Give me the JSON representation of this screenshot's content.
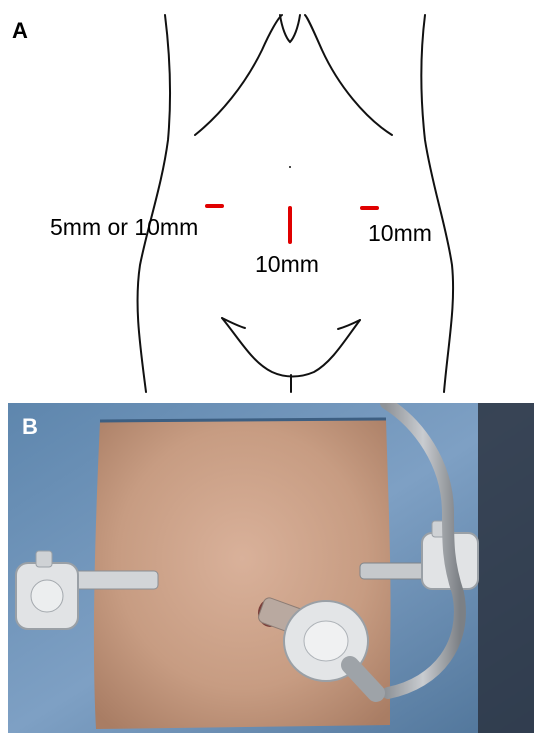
{
  "panel_a": {
    "letter": "A",
    "labels": {
      "left_port": "5mm or 10mm",
      "umbilical_port": "10mm",
      "right_port": "10mm"
    },
    "incision_color": "#e00000"
  },
  "panel_b": {
    "letter": "B"
  },
  "colors": {
    "drape": "#6f93b8",
    "skin": "#c69a80",
    "trocar": "#d8dadb"
  }
}
